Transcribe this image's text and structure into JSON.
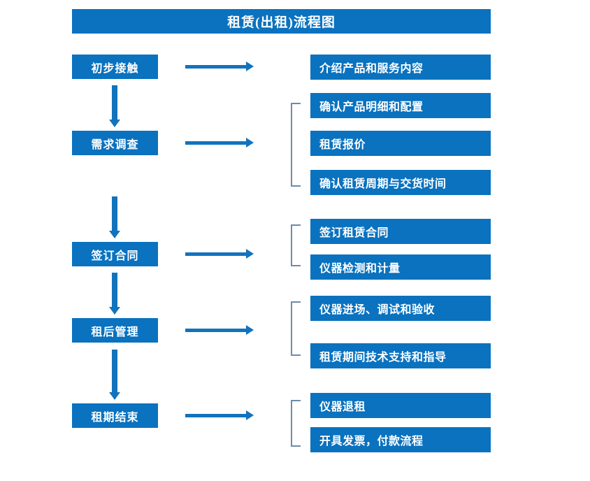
{
  "diagram": {
    "title": "租赁(出租)流程图",
    "accent_color": "#0A72BF",
    "arrow_color": "#1273BD",
    "bracket_color": "#6C8BAB",
    "stages": [
      {
        "label": "初步接触"
      },
      {
        "label": "需求调查"
      },
      {
        "label": "签订合同"
      },
      {
        "label": "租后管理"
      },
      {
        "label": "租期结束"
      }
    ],
    "details": [
      {
        "label": "介绍产品和服务内容"
      },
      {
        "label": "确认产品明细和配置"
      },
      {
        "label": "租赁报价"
      },
      {
        "label": "确认租赁周期与交货时间"
      },
      {
        "label": "签订租赁合同"
      },
      {
        "label": "仪器检测和计量"
      },
      {
        "label": "仪器进场、调试和验收"
      },
      {
        "label": "租赁期间技术支持和指导"
      },
      {
        "label": "仪器退租"
      },
      {
        "label": "开具发票，付款流程"
      }
    ]
  }
}
